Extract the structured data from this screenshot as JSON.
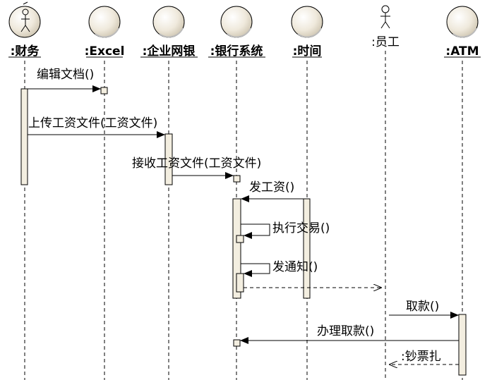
{
  "diagram": {
    "participants": [
      {
        "id": "caiwu",
        "label": ":财务",
        "kind": "actor-object",
        "bold": true,
        "underline": true
      },
      {
        "id": "excel",
        "label": ":Excel",
        "kind": "entity",
        "bold": true,
        "underline": true
      },
      {
        "id": "qiye",
        "label": ":企业网银",
        "kind": "entity",
        "bold": true,
        "underline": true
      },
      {
        "id": "yinhang",
        "label": ":银行系统",
        "kind": "entity",
        "bold": true,
        "underline": true
      },
      {
        "id": "shijian",
        "label": ":时间",
        "kind": "entity",
        "bold": true,
        "underline": true
      },
      {
        "id": "yuangong",
        "label": ":员工",
        "kind": "stick-actor",
        "bold": false,
        "underline": false
      },
      {
        "id": "atm",
        "label": ":ATM",
        "kind": "entity",
        "bold": true,
        "underline": true
      }
    ],
    "messages": [
      {
        "id": "m1",
        "label": "编辑文档()",
        "from": "caiwu",
        "to": "excel",
        "type": "sync"
      },
      {
        "id": "m2",
        "label": "上传工资文件(工资文件)",
        "from": "caiwu",
        "to": "qiye",
        "type": "sync"
      },
      {
        "id": "m3",
        "label": "接收工资文件(工资文件)",
        "from": "qiye",
        "to": "yinhang",
        "type": "sync"
      },
      {
        "id": "m4",
        "label": "发工资()",
        "from": "shijian",
        "to": "yinhang",
        "type": "sync"
      },
      {
        "id": "m5",
        "label": "执行交易()",
        "from": "yinhang",
        "to": "yinhang",
        "type": "self"
      },
      {
        "id": "m6",
        "label": "发通知()",
        "from": "yinhang",
        "to": "yinhang",
        "type": "self"
      },
      {
        "id": "m7",
        "label": "",
        "from": "yinhang",
        "to": "yuangong",
        "type": "async"
      },
      {
        "id": "m8",
        "label": "取款()",
        "from": "yuangong",
        "to": "atm",
        "type": "sync"
      },
      {
        "id": "m9",
        "label": "办理取款()",
        "from": "atm",
        "to": "yinhang",
        "type": "sync"
      },
      {
        "id": "m10",
        "label": ":钞票扎",
        "from": "atm",
        "to": "yuangong",
        "type": "return"
      }
    ],
    "colors": {
      "line": "#000000",
      "lifeline": "#000000",
      "activation_fill": "#f3eee0",
      "head_fill": "#f0ece4",
      "head_shade": "#cfc7b6"
    }
  }
}
